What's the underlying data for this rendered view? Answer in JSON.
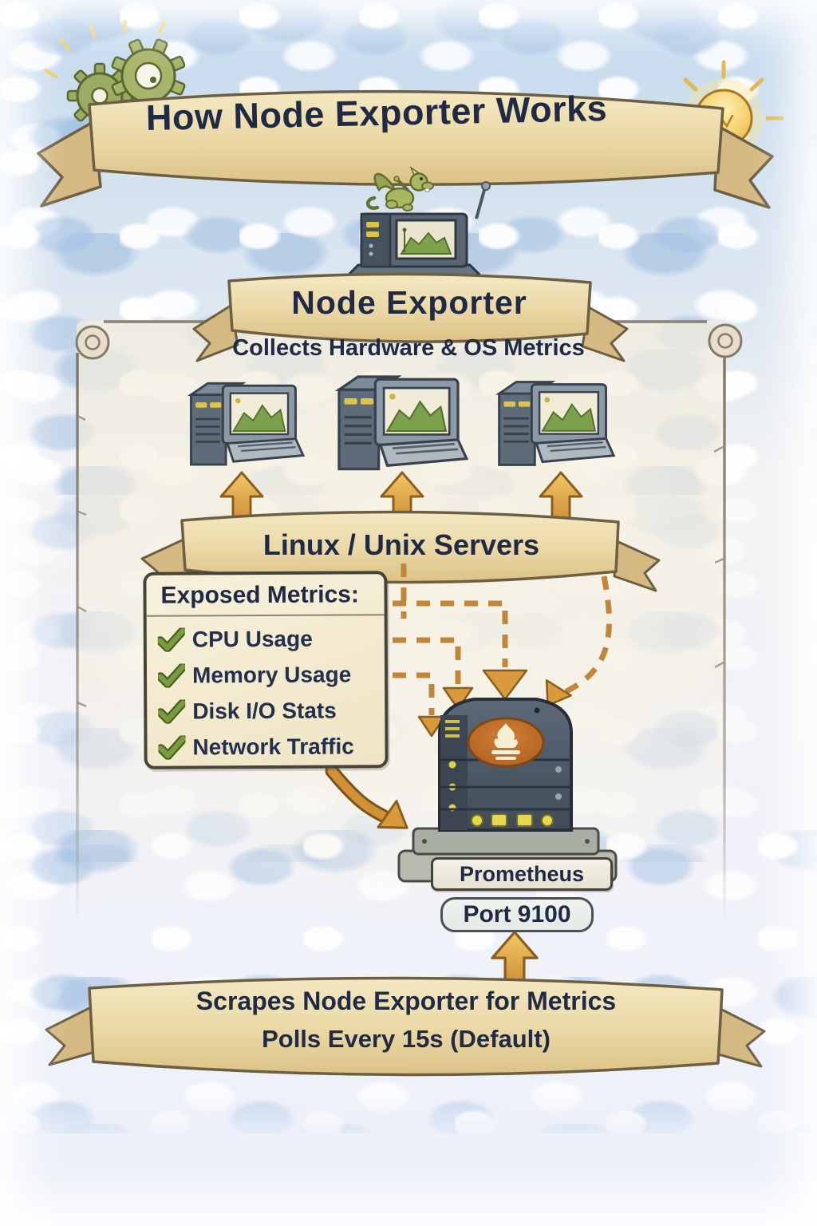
{
  "title_banner": {
    "text": "How Node Exporter Works"
  },
  "node_exporter": {
    "banner_text": "Node Exporter",
    "subtitle": "Collects Hardware & OS Metrics"
  },
  "servers_banner": {
    "text": "Linux / Unix Servers"
  },
  "exposed_metrics": {
    "heading": "Exposed Metrics:",
    "items": [
      "CPU Usage",
      "Memory Usage",
      "Disk I/O Stats",
      "Network Traffic"
    ]
  },
  "prometheus": {
    "label": "Prometheus",
    "port": "Port 9100"
  },
  "scrape_banner": {
    "line1": "Scrapes Node Exporter for Metrics",
    "line2": "Polls Every 15s (Default)"
  },
  "icons": {
    "gear_icon": "⚙",
    "lightbulb_icon": "💡",
    "dragon_icon": "🐉",
    "check_icon": "✔",
    "arrow_up_icon": "↑",
    "flame_icon": "🔥",
    "server_icon": "🖥"
  },
  "palette": {
    "text_navy": "#202a44",
    "banner_tan": "#ead7a4",
    "banner_tan_dark": "#d3b77f",
    "panel_cream": "#f5eed8",
    "arrow_orange": "#e2a33c",
    "dashed_orange": "#c2863a",
    "check_green": "#7a9c3e",
    "prometheus_orange": "#c06d2a",
    "cloud_blue": "#a9c9e8"
  }
}
